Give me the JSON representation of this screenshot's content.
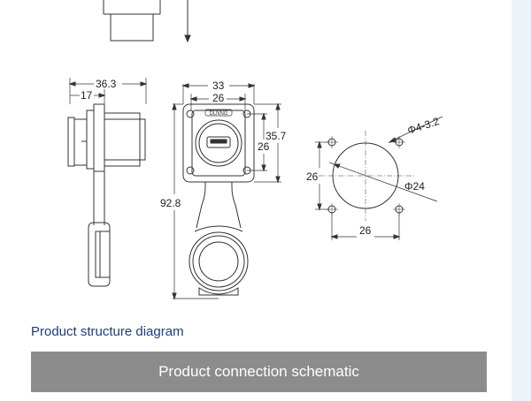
{
  "diagram": {
    "dimensions": {
      "side_width": "36.3",
      "side_depth": "17",
      "front_width_outer": "33",
      "front_width_inner": "26",
      "front_height_outer": "35.7",
      "front_height_inner": "26",
      "total_height": "92.8",
      "cutout_height": "26",
      "cutout_width": "26",
      "hole_spec": "Φ4-3.2",
      "cutout_diameter": "Φ24"
    },
    "front_logo_text": "DLNNG"
  },
  "caption": "Product structure diagram",
  "banner": "Product connection schematic"
}
